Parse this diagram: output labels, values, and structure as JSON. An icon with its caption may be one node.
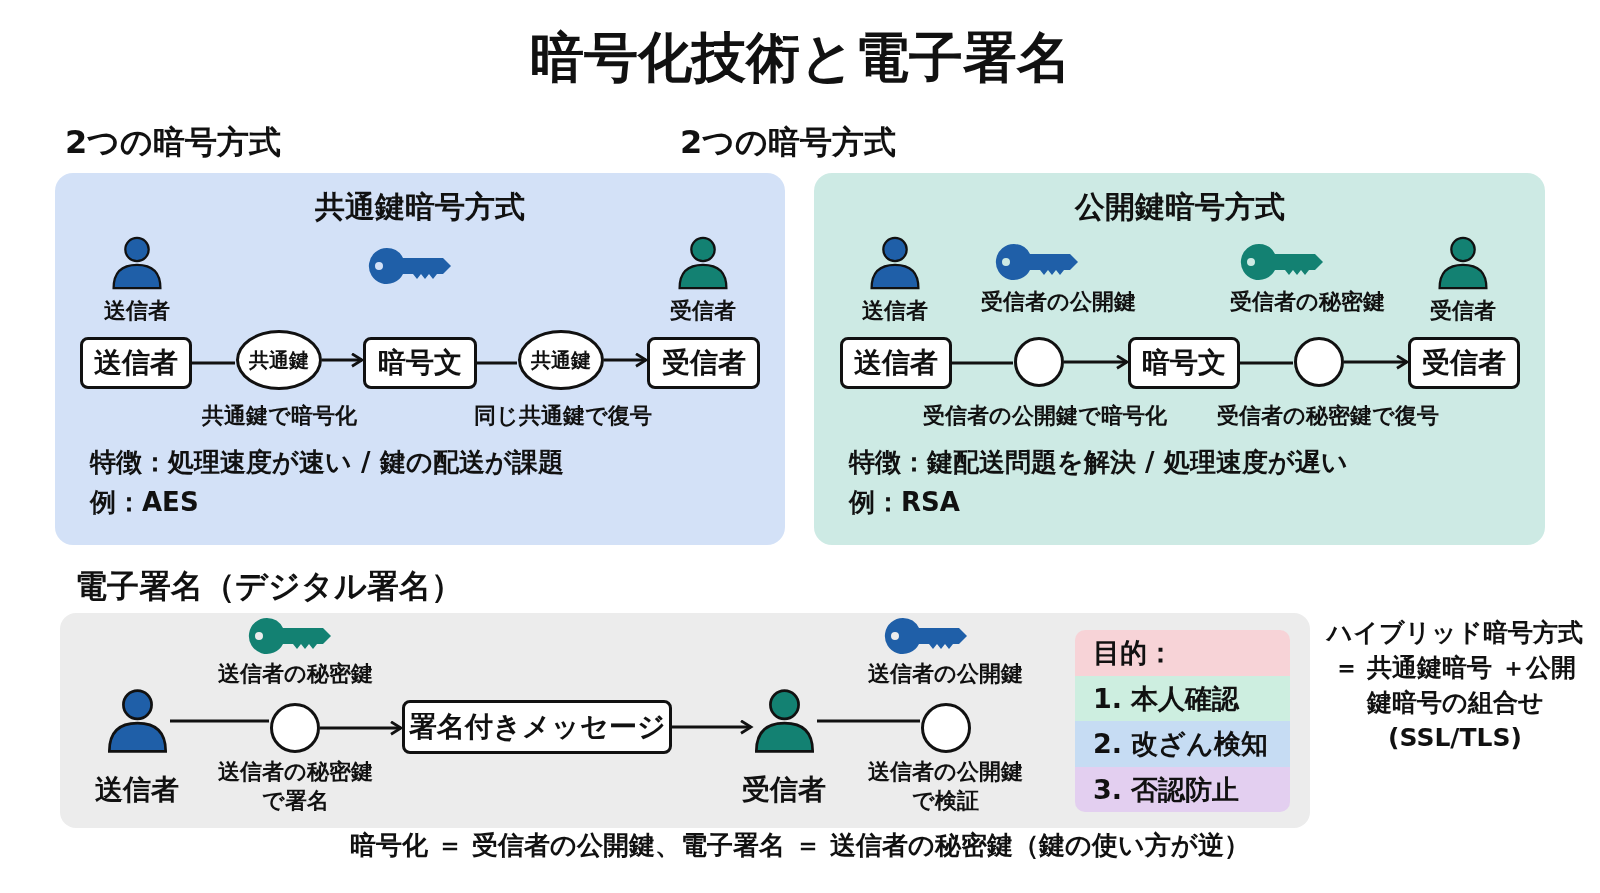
{
  "diagram": {
    "title": "暗号化技術と電子署名",
    "caption": "暗号化 ＝ 受信者の公開鍵、電子署名 ＝ 送信者の秘密鍵（鍵の使い方が逆）",
    "nodes": [
      {
        "text": [
          "共通鍵暗号方式",
          "特徴：処理速度が速い / 鍵の配送が課題",
          "例：AES"
        ]
      },
      {
        "text": [
          "送信者"
        ],
        "in": 0
      },
      {
        "text": [
          "共通鍵"
        ],
        "in": 0,
        "beside": [
          "共通鍵で暗号化"
        ]
      },
      {
        "text": [
          "暗号文"
        ],
        "in": 0
      },
      {
        "text": [
          "共通鍵"
        ],
        "in": 0,
        "beside": [
          "同じ共通鍵で復号"
        ]
      },
      {
        "text": [
          "受信者"
        ],
        "in": 0
      },
      {
        "text": [
          "公開鍵暗号方式",
          "特徴：鍵配送問題を解決 / 処理速度が遅い",
          "例：RSA"
        ]
      },
      {
        "text": [
          "送信者"
        ],
        "in": 6
      },
      {
        "text": [],
        "shape": "circle",
        "in": 6,
        "beside": [
          "受信者の公開鍵",
          "受信者の公開鍵で暗号化"
        ]
      },
      {
        "text": [
          "暗号文"
        ],
        "in": 6
      },
      {
        "text": [],
        "shape": "circle",
        "in": 6,
        "beside": [
          "受信者の秘密鍵",
          "受信者の秘密鍵で復号"
        ]
      },
      {
        "text": [
          "受信者"
        ],
        "in": 6
      },
      {
        "text": [
          "電子署名（デジタル署名）"
        ]
      },
      {
        "text": [],
        "shape": "person",
        "in": 12,
        "beside": [
          "送信者"
        ]
      },
      {
        "text": [],
        "shape": "circle",
        "in": 12,
        "beside": [
          "送信者の秘密鍵",
          "送信者の秘密鍵で署名"
        ]
      },
      {
        "text": [
          "署名付きメッセージ"
        ],
        "in": 12
      },
      {
        "text": [],
        "shape": "person",
        "in": 12,
        "beside": [
          "受信者"
        ]
      },
      {
        "text": [],
        "shape": "circle",
        "in": 12,
        "beside": [
          "送信者の公開鍵",
          "送信者の公開鍵で検証"
        ]
      },
      {
        "text": [
          "目的：",
          "1. 本人確認",
          "2. 改ざん検知",
          "3. 否認防止"
        ],
        "in": 12
      }
    ],
    "edges": [
      {
        "from": 1,
        "to": 2,
        "arrow": "none"
      },
      {
        "from": 2,
        "to": 3,
        "arrow": "to"
      },
      {
        "from": 3,
        "to": 4,
        "arrow": "none"
      },
      {
        "from": 4,
        "to": 5,
        "arrow": "to"
      },
      {
        "from": 7,
        "to": 8,
        "arrow": "none"
      },
      {
        "from": 8,
        "to": 9,
        "arrow": "to"
      },
      {
        "from": 9,
        "to": 10,
        "arrow": "none"
      },
      {
        "from": 10,
        "to": 11,
        "arrow": "to"
      },
      {
        "from": 13,
        "to": 14,
        "arrow": "none"
      },
      {
        "from": 14,
        "to": 15,
        "arrow": "to"
      },
      {
        "from": 15,
        "to": 16,
        "arrow": "to"
      },
      {
        "from": 16,
        "to": 17,
        "arrow": "none"
      }
    ],
    "labels": [
      "2つの暗号方式",
      "2つの暗号方式",
      "送信者",
      "受信者",
      "送信者",
      "受信者",
      "ハイブリッド暗号方式＝ 共通鍵暗号 ＋公開鍵暗号の組合せ(SSL/TLS)"
    ]
  }
}
